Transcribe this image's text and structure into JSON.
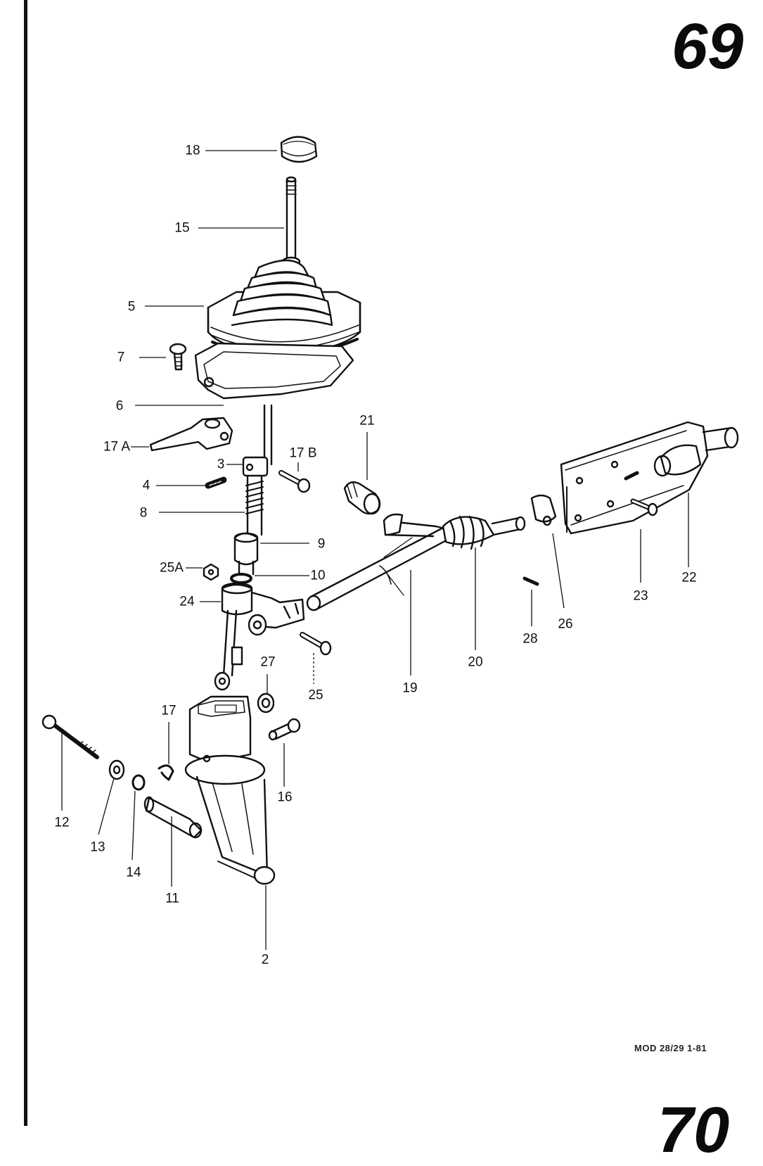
{
  "page_number": "69",
  "next_page_number": "70",
  "model_code": "MOD 28/29  1-81",
  "callouts": [
    "18",
    "15",
    "5",
    "7",
    "6",
    "17 A",
    "17 B",
    "3",
    "4",
    "8",
    "9",
    "25A",
    "10",
    "24",
    "21",
    "22",
    "23",
    "26",
    "28",
    "20",
    "19",
    "25",
    "27",
    "17",
    "16",
    "12",
    "13",
    "14",
    "11",
    "2"
  ]
}
